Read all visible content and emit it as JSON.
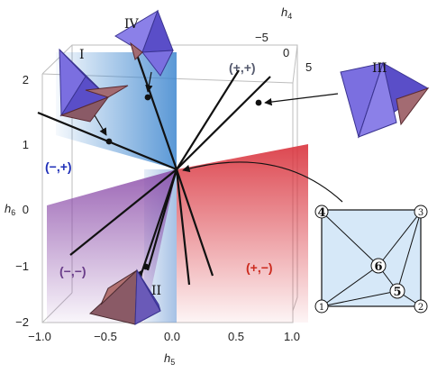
{
  "axes": {
    "h5": {
      "name": "h",
      "sub": "5",
      "ticks": [
        "−1.0",
        "−0.5",
        "0.0",
        "0.5",
        "1.0"
      ]
    },
    "h6": {
      "name": "h",
      "sub": "6",
      "ticks": [
        "2",
        "1",
        "0",
        "−1",
        "−2"
      ]
    },
    "h4": {
      "name": "h",
      "sub": "4",
      "ticks": [
        "−5",
        "0",
        "5"
      ]
    }
  },
  "quadrants": {
    "pp": {
      "label": "(+,+)",
      "color": "#555a6e"
    },
    "mp": {
      "label": "(−,+)",
      "color": "#1f2fb8"
    },
    "mm": {
      "label": "(−,−)",
      "color": "#6a3d8a"
    },
    "pm": {
      "label": "(+,−)",
      "color": "#cc2a1e"
    }
  },
  "regions": {
    "blue": "#3d86cf",
    "red": "#d9323c",
    "purple": "#7d4aa0"
  },
  "markers": {
    "I": "I",
    "II": "II",
    "III": "III",
    "IV": "IV"
  },
  "graph": {
    "nodes": [
      "1",
      "2",
      "3",
      "4",
      "5",
      "6"
    ],
    "fill": "#d6e8f8"
  },
  "tetra": {
    "blue": "#7b6fe0",
    "blue_dark": "#4e42b8",
    "brown": "#9a6a6a"
  }
}
